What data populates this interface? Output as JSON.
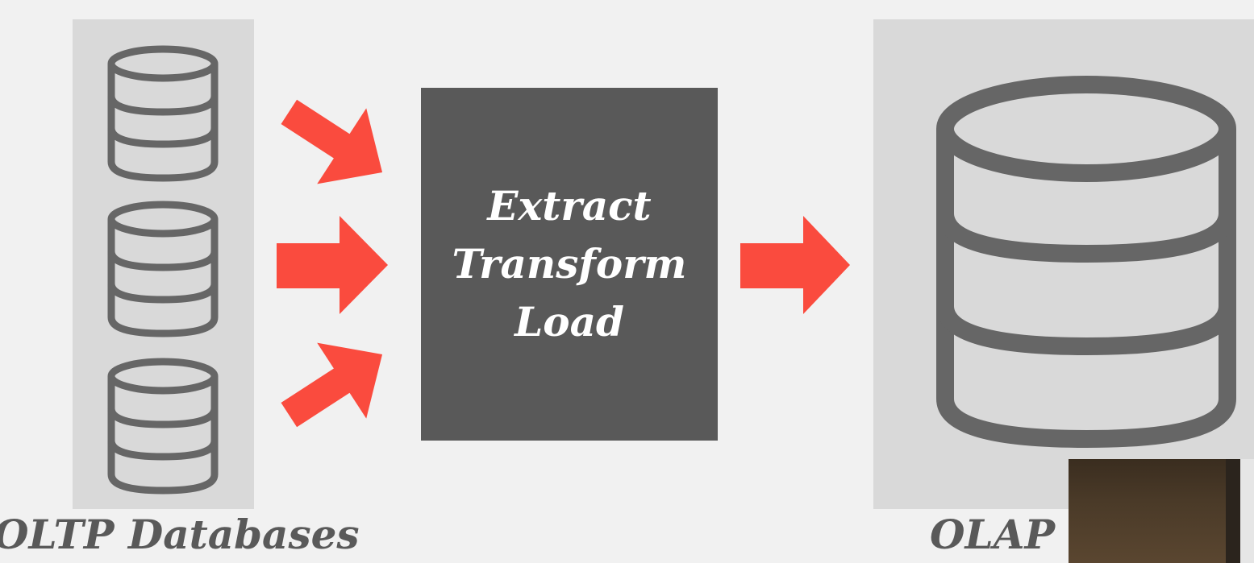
{
  "etl": {
    "line1": "Extract",
    "line2": "Transform",
    "line3": "Load"
  },
  "captions": {
    "oltp": "OLTP Databases",
    "olap": "OLAP"
  },
  "colors": {
    "arrow": "#fa4b3e",
    "box": "#595959",
    "panel": "#d9d9d9",
    "icon": "#666666",
    "background": "#f1f1f1"
  },
  "icons": {
    "source_databases": [
      "database-icon",
      "database-icon",
      "database-icon"
    ],
    "target_database": "database-icon"
  }
}
